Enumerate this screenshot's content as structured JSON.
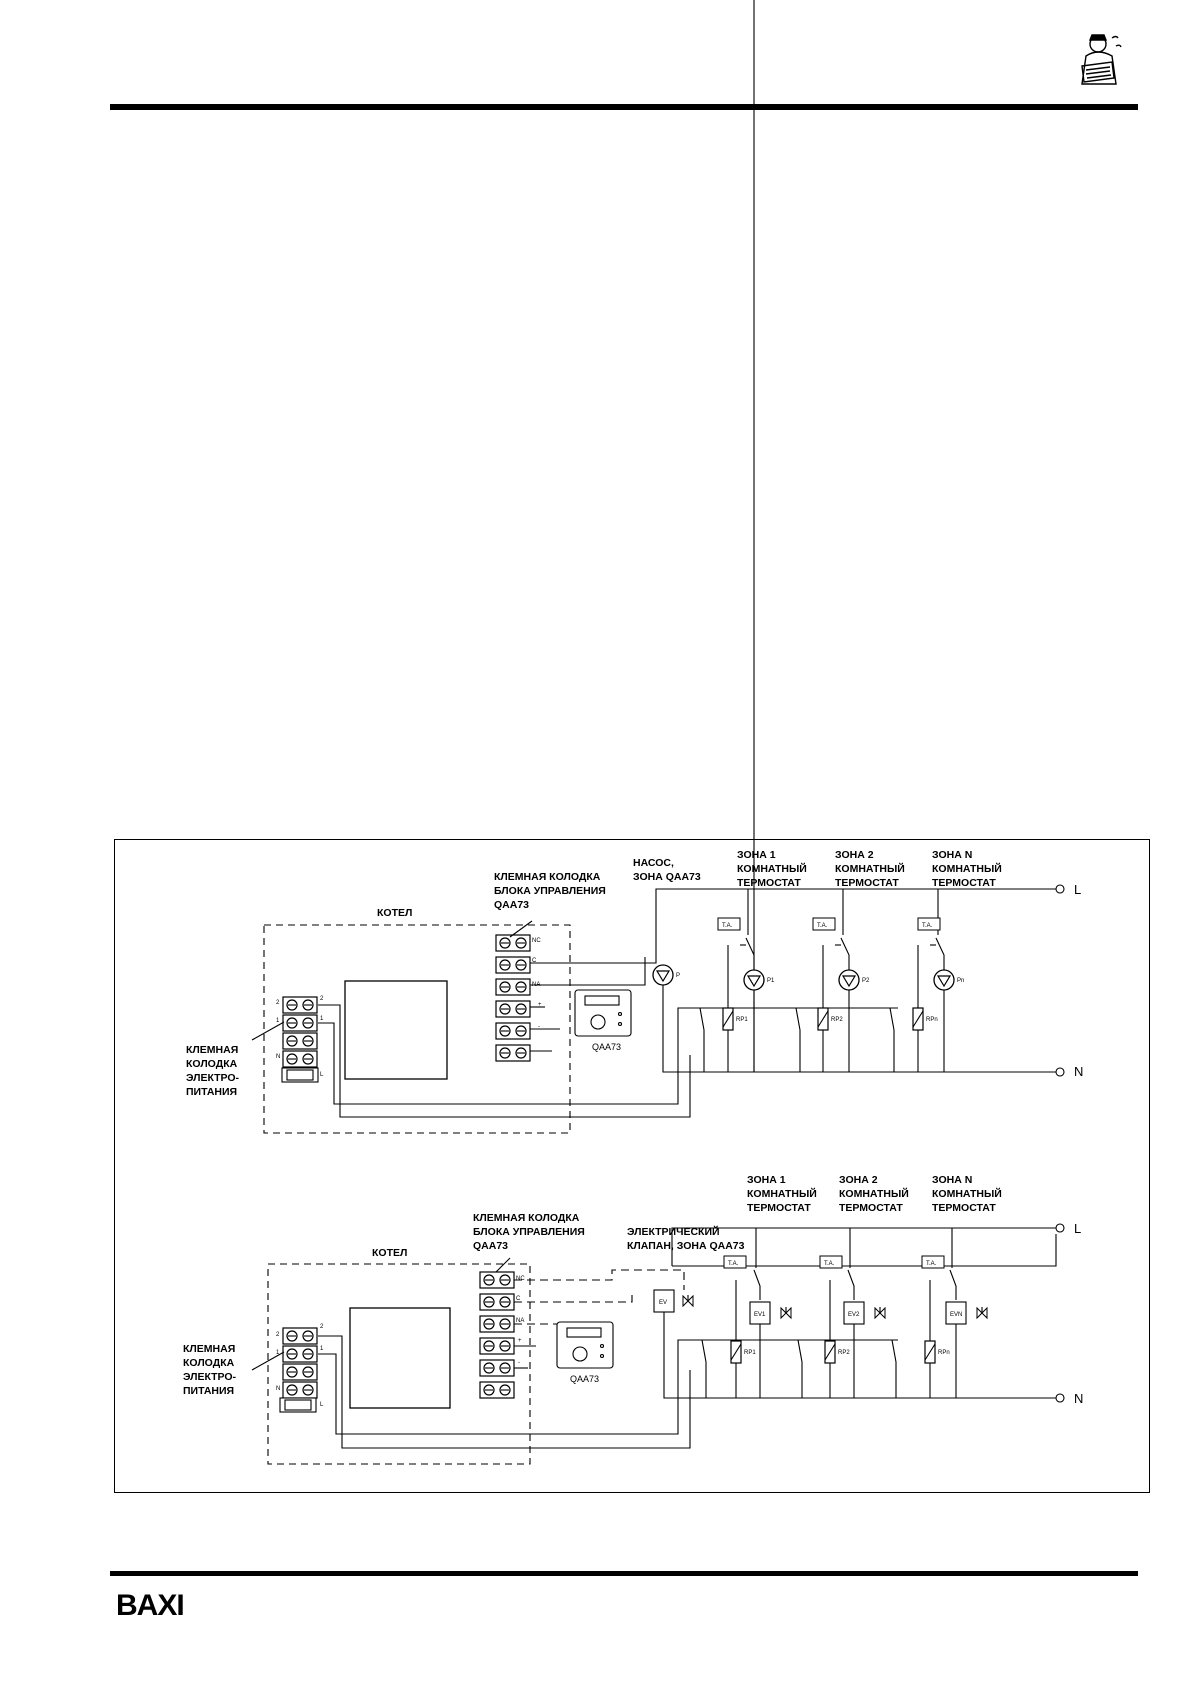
{
  "brand": {
    "logo_text": "BAXI"
  },
  "diagram1": {
    "boiler_label": "КОТЕЛ",
    "control_block_label": [
      "КЛЕМНАЯ КОЛОДКА",
      "БЛОКА УПРАВЛЕНИЯ",
      "QAA73"
    ],
    "power_block_label": [
      "КЛЕМНАЯ",
      "КОЛОДКА",
      "ЭЛЕКТРО-",
      "ПИТАНИЯ"
    ],
    "pump_label": [
      "НАСОС,",
      "ЗОНА QAA73"
    ],
    "zone1_label": [
      "ЗОНА 1",
      "КОМНАТНЫЙ",
      "ТЕРМОСТАТ"
    ],
    "zone2_label": [
      "ЗОНА 2",
      "КОМНАТНЫЙ",
      "ТЕРМОСТАТ"
    ],
    "zoneN_label": [
      "ЗОНА  N",
      "КОМНАТНЫЙ",
      "ТЕРМОСТАТ"
    ],
    "line_L": "L",
    "line_N": "N",
    "controller": "QAA73",
    "terminals": [
      "NC",
      "C",
      "NA",
      "+",
      "-"
    ],
    "power_terminals": [
      "2",
      "1",
      "2",
      "1",
      "N",
      "L"
    ],
    "pump_p": "P",
    "pumps": [
      "P1",
      "P2",
      "Pn"
    ],
    "relays": [
      "RP1",
      "RP2",
      "RPn"
    ],
    "thermostat": "T.A."
  },
  "diagram2": {
    "boiler_label": "КОТЕЛ",
    "control_block_label": [
      "КЛЕМНАЯ КОЛОДКА",
      "БЛОКА УПРАВЛЕНИЯ",
      "QAA73"
    ],
    "power_block_label": [
      "КЛЕМНАЯ",
      "КОЛОДКА",
      "ЭЛЕКТРО-",
      "ПИТАНИЯ"
    ],
    "valve_label": [
      "ЭЛЕКТРИЧЕСКИЙ",
      "КЛАПАН, ЗОНА QAA73"
    ],
    "zone1_label": [
      "ЗОНА 1",
      "КОМНАТНЫЙ",
      "ТЕРМОСТАТ"
    ],
    "zone2_label": [
      "ЗОНА 2",
      "КОМНАТНЫЙ",
      "ТЕРМОСТАТ"
    ],
    "zoneN_label": [
      "ЗОНА N",
      "КОМНАТНЫЙ",
      "ТЕРМОСТАТ"
    ],
    "line_L": "L",
    "line_N": "N",
    "controller": "QAA73",
    "terminals": [
      "NC",
      "C",
      "NA",
      "+",
      "-"
    ],
    "power_terminals": [
      "2",
      "1",
      "2",
      "1",
      "N",
      "L"
    ],
    "valve_ev": "EV",
    "valves": [
      "EV1",
      "EV2",
      "EVN"
    ],
    "relays": [
      "RP1",
      "RP2",
      "RPn"
    ],
    "thermostat": "T.A."
  }
}
